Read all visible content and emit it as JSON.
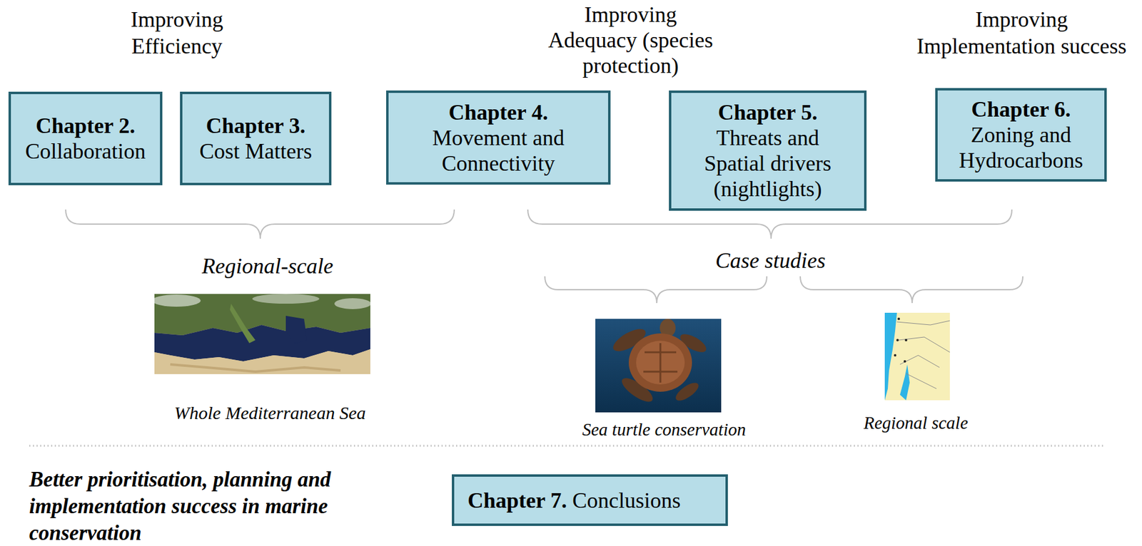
{
  "diagram": {
    "nodes": [
      {
        "text": [
          "Chapter 2.",
          "Collaboration"
        ]
      },
      {
        "text": [
          "Chapter 3.",
          "Cost Matters"
        ]
      },
      {
        "text": [
          "Chapter 4.",
          "Movement and Connectivity"
        ]
      },
      {
        "text": [
          "Chapter 5.",
          "Threats and Spatial drivers (nightlights)"
        ]
      },
      {
        "text": [
          "Chapter 6.",
          "Zoning and Hydrocarbons"
        ]
      },
      {
        "text": [
          "Chapter 7.",
          "Conclusions"
        ]
      }
    ],
    "labels": [
      "Improving Efficiency",
      "Improving Adequacy (species protection)",
      "Improving Implementation success",
      "Regional-scale",
      "Whole Mediterranean Sea",
      "Case studies",
      "Sea turtle conservation",
      "Regional scale",
      "Better prioritisation, planning and implementation success in marine conservation"
    ]
  }
}
